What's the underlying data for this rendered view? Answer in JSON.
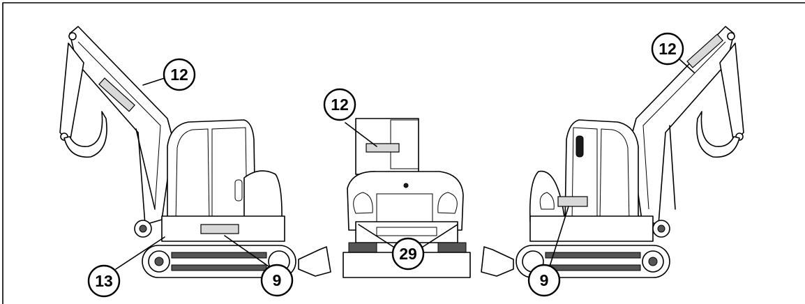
{
  "callouts": [
    {
      "id": "left-arm",
      "number": "12"
    },
    {
      "id": "left-track",
      "number": "13"
    },
    {
      "id": "left-body",
      "number": "9"
    },
    {
      "id": "rear-counterweight",
      "number": "12"
    },
    {
      "id": "rear-lower",
      "number": "29"
    },
    {
      "id": "right-arm",
      "number": "12"
    },
    {
      "id": "right-body",
      "number": "9"
    }
  ],
  "colors": {
    "line": "#000000",
    "background": "#ffffff",
    "track": "#555555"
  }
}
